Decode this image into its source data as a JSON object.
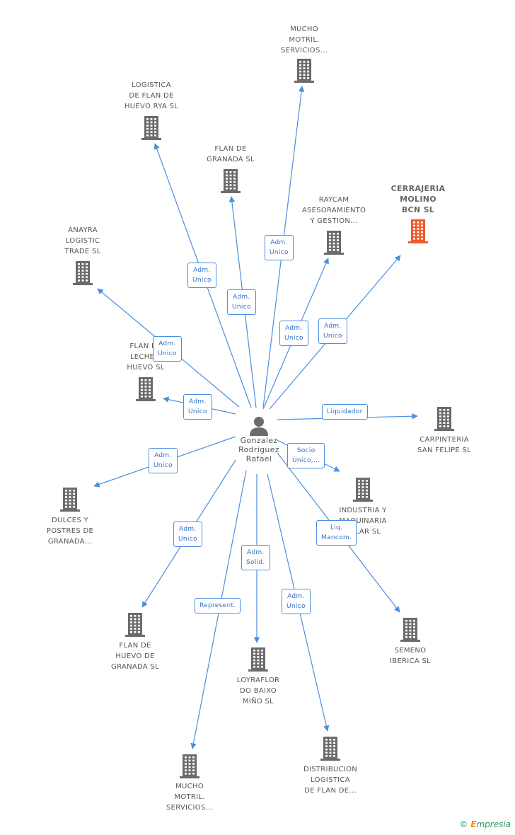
{
  "center": {
    "label": "Gonzalez\nRodriguez\nRafael"
  },
  "colors": {
    "edge": "#4a8ee0",
    "building": "#6b6b6b",
    "highlight": "#f0592b"
  },
  "nodes": [
    {
      "id": "mucho-top",
      "label": "MUCHO\nMOTRIL.\nSERVICIOS..."
    },
    {
      "id": "logistica",
      "label": "LOGISTICA\nDE FLAN DE\nHUEVO RYA SL"
    },
    {
      "id": "flan-granada",
      "label": "FLAN DE\nGRANADA SL"
    },
    {
      "id": "raycam",
      "label": "RAYCAM\nASESORAMIENTO\nY GESTION..."
    },
    {
      "id": "cerrajeria",
      "label": "CERRAJERIA\nMOLINO\nBCN SL",
      "highlight": true
    },
    {
      "id": "anayra",
      "label": "ANAYRA\nLOGISTIC\nTRADE SL"
    },
    {
      "id": "flan-leche",
      "label": "FLAN DE\nLECHE Y\nHUEVO SL"
    },
    {
      "id": "carpinteria",
      "label": "CARPINTERIA\nSAN FELIPE SL"
    },
    {
      "id": "industria",
      "label": "INDUSTRIA Y\nMAQUINARIA\nSALAR SL"
    },
    {
      "id": "dulces",
      "label": "DULCES Y\nPOSTRES DE\nGRANADA..."
    },
    {
      "id": "flan-huevo-granada",
      "label": "FLAN DE\nHUEVO DE\nGRANADA SL"
    },
    {
      "id": "semeno",
      "label": "SEMENO\nIBERICA SL"
    },
    {
      "id": "loyraflor",
      "label": "LOYRAFLOR\nDO BAIXO\nMIÑO SL"
    },
    {
      "id": "distribucion",
      "label": "DISTRIBUCION\nLOGISTICA\nDE FLAN DE..."
    },
    {
      "id": "mucho-bottom",
      "label": "MUCHO\nMOTRIL.\nSERVICIOS..."
    }
  ],
  "edges": [
    {
      "to": "mucho-top",
      "label": "Adm.\nUnico"
    },
    {
      "to": "logistica",
      "label": "Adm.\nUnico"
    },
    {
      "to": "flan-granada",
      "label": "Adm.\nUnico"
    },
    {
      "to": "raycam",
      "label": "Adm.\nUnico"
    },
    {
      "to": "cerrajeria",
      "label": "Adm.\nUnico"
    },
    {
      "to": "anayra",
      "label": "Adm.\nUnico"
    },
    {
      "to": "flan-leche",
      "label": "Adm.\nUnico"
    },
    {
      "to": "carpinteria",
      "label": "Liquidador"
    },
    {
      "to": "industria",
      "label": "Socio\nÚnico,..."
    },
    {
      "to": "dulces",
      "label": "Adm.\nUnico"
    },
    {
      "to": "flan-huevo-granada",
      "label": "Adm.\nUnico"
    },
    {
      "to": "semeno",
      "label": "Liq.\nMancom."
    },
    {
      "to": "loyraflor",
      "label": "Adm.\nSolid."
    },
    {
      "to": "distribucion",
      "label": "Adm.\nUnico"
    },
    {
      "to": "mucho-bottom",
      "label": "Represent."
    }
  ],
  "footer": {
    "copyright": "©",
    "brand_first": "E",
    "brand_rest": "mpresia"
  }
}
